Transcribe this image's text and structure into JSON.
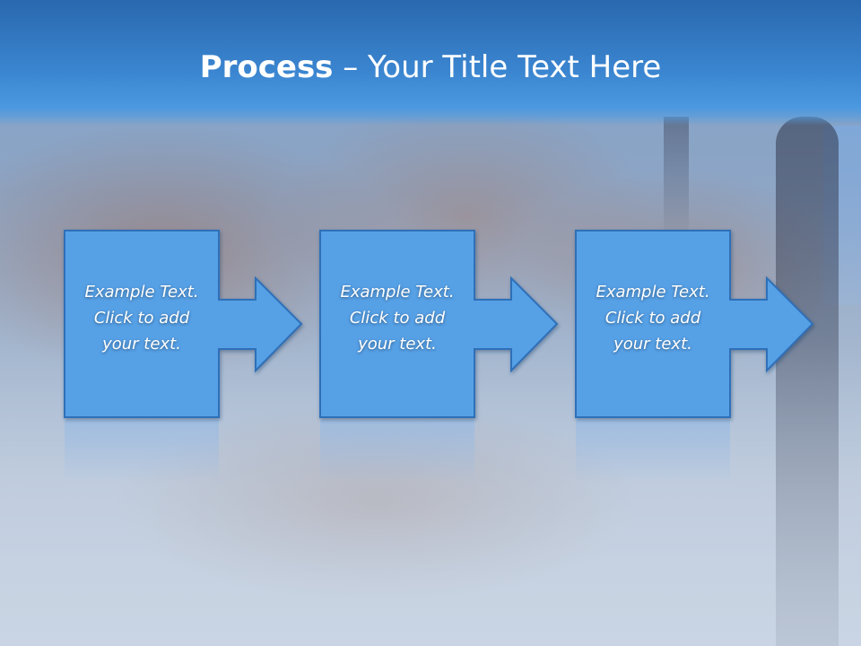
{
  "title": {
    "bold": "Process",
    "rest": " – Your Title Text Here"
  },
  "colors": {
    "header": "#3a84cf",
    "shape_fill": "#56a0e6",
    "shape_stroke": "#2f6fb8"
  },
  "steps": [
    {
      "lines": [
        "Example Text.",
        "Click  to add",
        "your text."
      ]
    },
    {
      "lines": [
        "Example Text.",
        "Click  to add",
        "your text."
      ]
    },
    {
      "lines": [
        "Example Text.",
        "Click  to add",
        "your text."
      ]
    }
  ]
}
